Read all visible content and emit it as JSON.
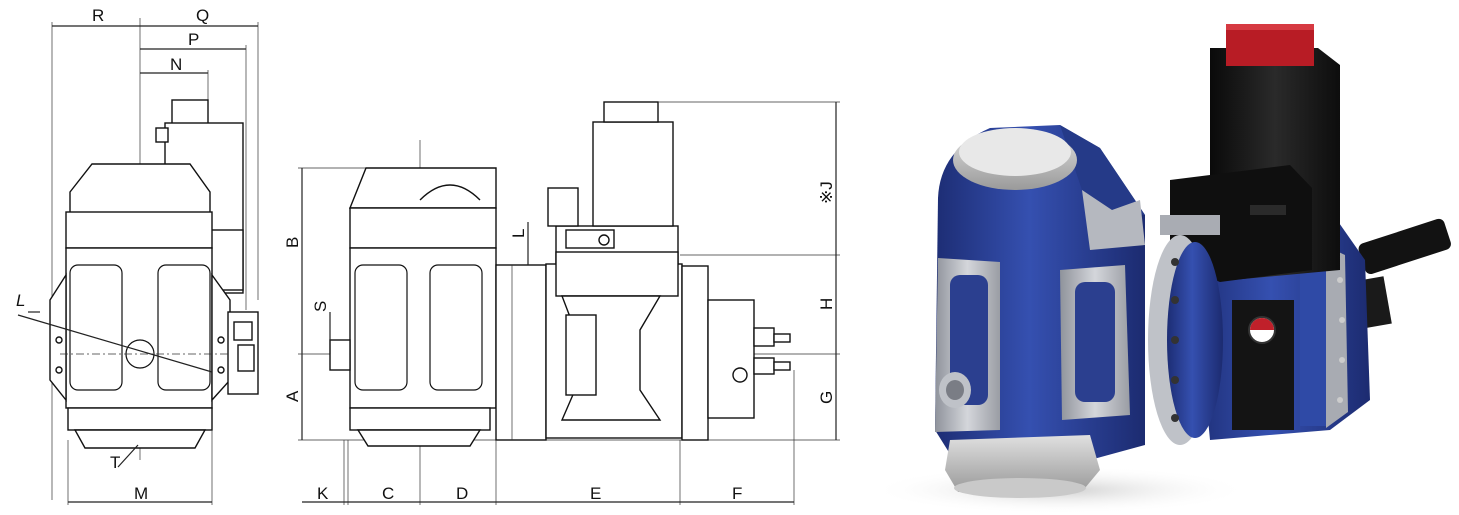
{
  "labels": {
    "R": "R",
    "Q": "Q",
    "P": "P",
    "N": "N",
    "L_front": "L",
    "T": "T",
    "M": "M",
    "B": "B",
    "A": "A",
    "S": "S",
    "L_side": "L",
    "K": "K",
    "C": "C",
    "D": "D",
    "E": "E",
    "F": "F",
    "J": "※J",
    "H": "H",
    "G": "G"
  },
  "colors": {
    "body_blue": "#2b3f8f",
    "body_blue_dark": "#1a2a6b",
    "panel_gray": "#b9bcc3",
    "motor_black": "#151515",
    "cap_red": "#c0202a",
    "silver": "#d8d8d8"
  }
}
